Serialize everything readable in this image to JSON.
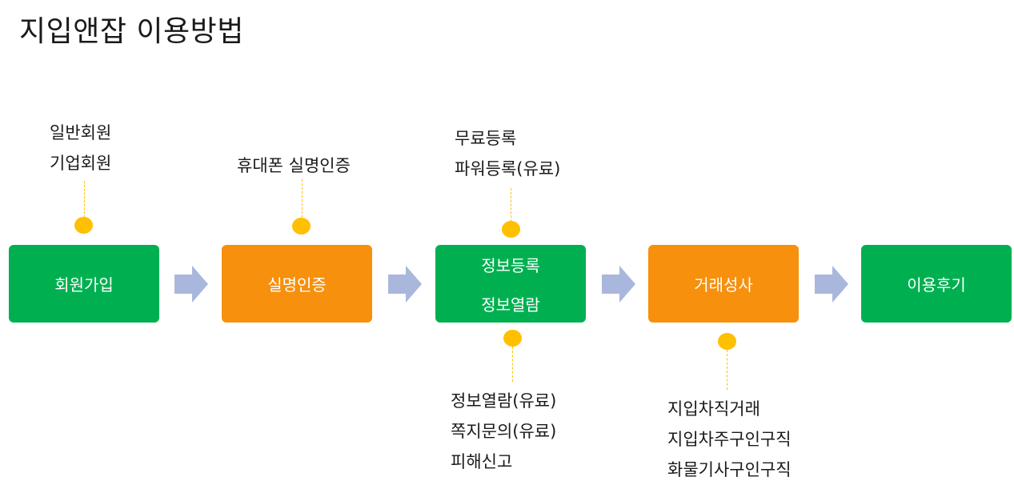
{
  "title": "지입앤잡 이용방법",
  "colors": {
    "green": "#00b050",
    "orange": "#f7900c",
    "dot": "#ffc000",
    "arrow": "#aab7dc"
  },
  "steps": [
    {
      "label": "회원가입",
      "color": "green"
    },
    {
      "label": "실명인증",
      "color": "orange"
    },
    {
      "lines": [
        "정보등록",
        "정보열람"
      ],
      "color": "green"
    },
    {
      "label": "거래성사",
      "color": "orange"
    },
    {
      "label": "이용후기",
      "color": "green"
    }
  ],
  "notes": {
    "signup": [
      "일반회원",
      "기업회원"
    ],
    "verify": [
      "휴대폰 실명인증"
    ],
    "register": [
      "무료등록",
      "파워등록(유료)"
    ],
    "browse": [
      "정보열람(유료)",
      "쪽지문의(유료)",
      "피해신고"
    ],
    "deal": [
      "지입차직거래",
      "지입차주구인구직",
      "화물기사구인구직"
    ]
  }
}
